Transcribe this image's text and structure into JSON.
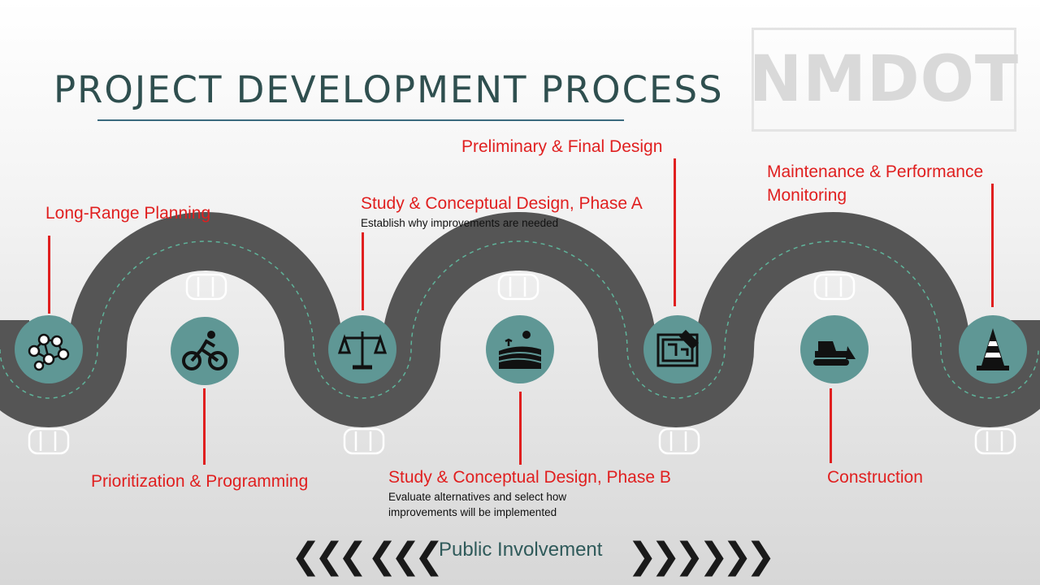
{
  "header": {
    "title": "PROJECT DEVELOPMENT PROCESS",
    "logo_text": "NMDOT"
  },
  "steps": [
    {
      "label": "Long-Range Planning",
      "icon": "network-people-icon"
    },
    {
      "label": "Prioritization & Programming",
      "icon": "bicycle-icon"
    },
    {
      "label": "Study & Conceptual Design, Phase A",
      "description": "Establish why improvements are needed",
      "icon": "scales-icon"
    },
    {
      "label": "Study & Conceptual Design, Phase B",
      "description_line1": "Evaluate alternatives and select how",
      "description_line2": "improvements will be implemented",
      "icon": "landscape-icon"
    },
    {
      "label": "Preliminary & Final Design",
      "icon": "blueprint-icon"
    },
    {
      "label": "Construction",
      "icon": "bulldozer-icon"
    },
    {
      "label_line1": "Maintenance & Performance",
      "label_line2": "Monitoring",
      "icon": "traffic-cone-icon"
    }
  ],
  "footer": {
    "public_involvement": "Public Involvement"
  },
  "colors": {
    "accent_red": "#e01f1f",
    "icon_teal": "#5f9795",
    "road": "#555555",
    "title": "#2f4f4f"
  }
}
